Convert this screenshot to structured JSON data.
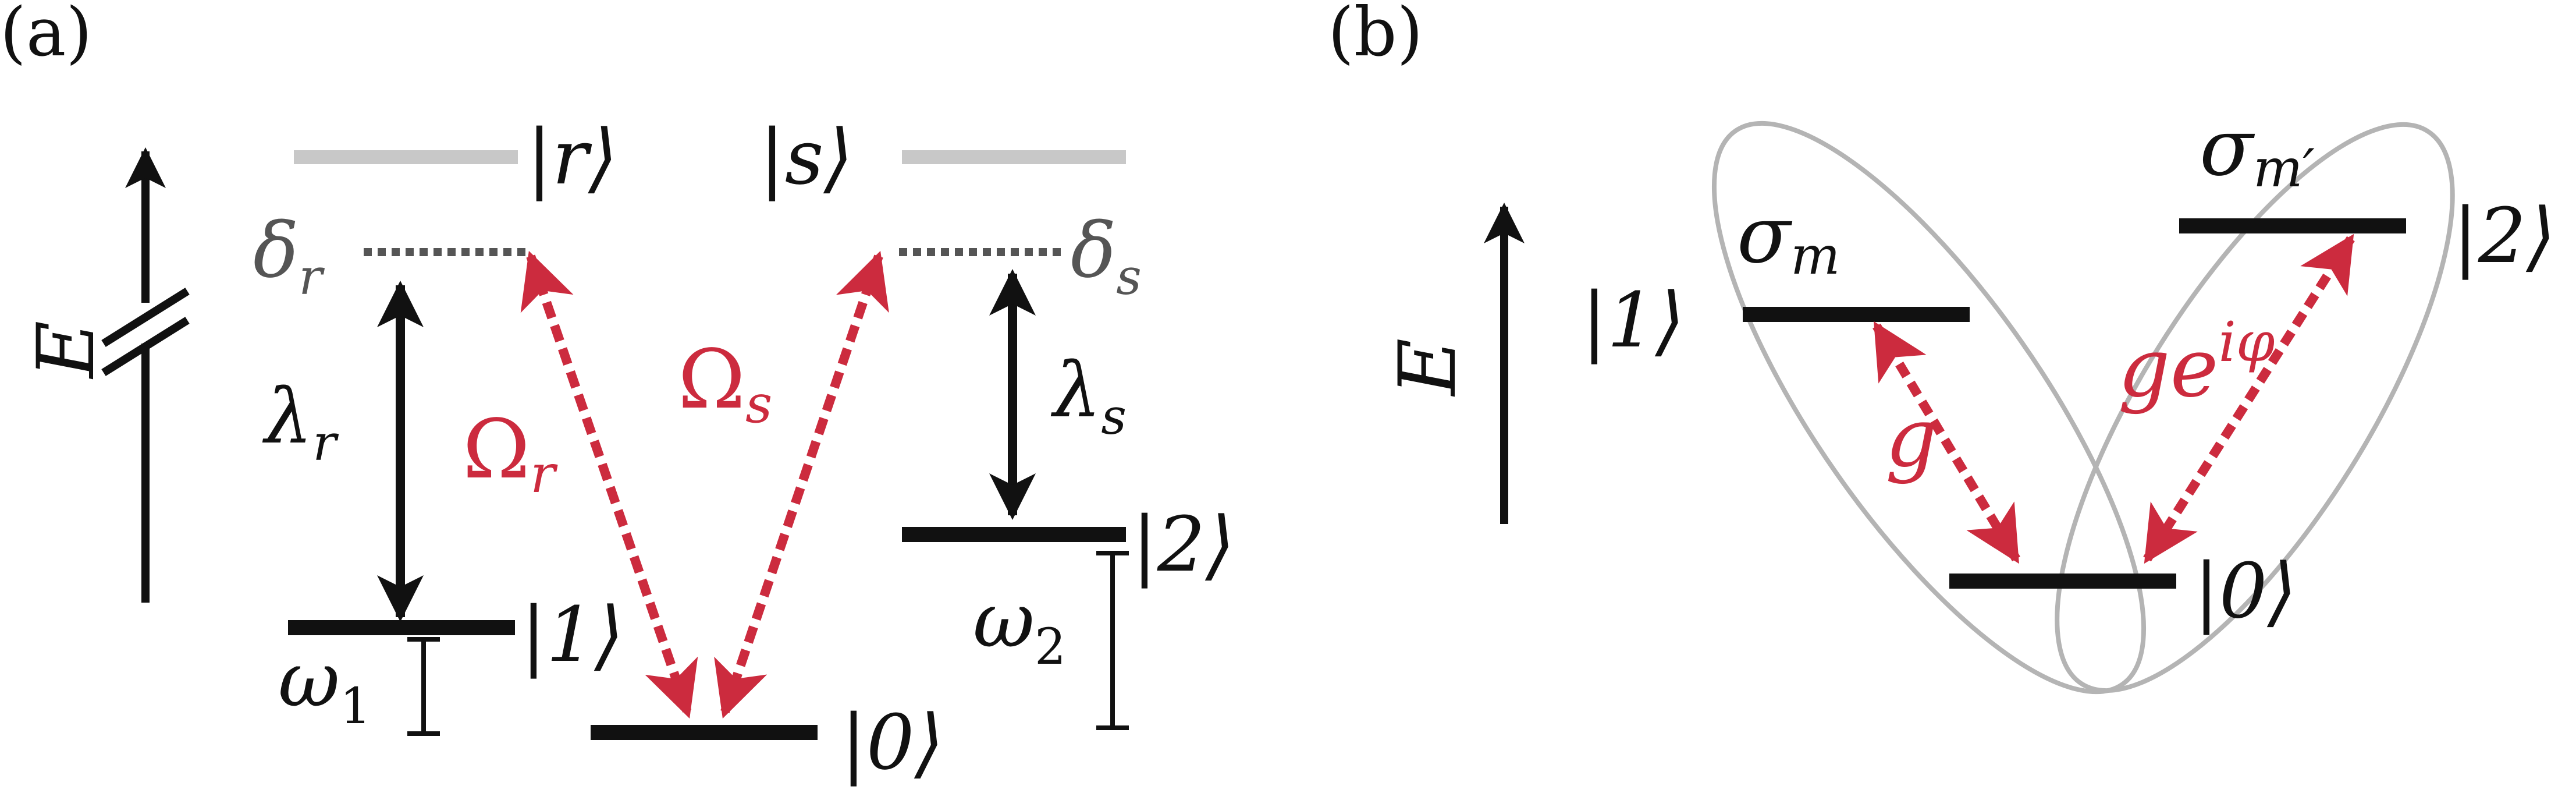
{
  "panel_a": {
    "panel_label": "(a)",
    "axis_label": "E",
    "states": {
      "r": "|r⟩",
      "s": "|s⟩",
      "one": "|1⟩",
      "two": "|2⟩",
      "zero": "|0⟩"
    },
    "detunings": {
      "r": "δ",
      "r_sub": "r",
      "s": "δ",
      "s_sub": "s"
    },
    "wavelengths": {
      "r": "λ",
      "r_sub": "r",
      "s": "λ",
      "s_sub": "s"
    },
    "rabi": {
      "r": "Ω",
      "r_sub": "r",
      "s": "Ω",
      "s_sub": "s"
    },
    "energies": {
      "w1": "ω",
      "w1_sub": "1",
      "w2": "ω",
      "w2_sub": "2"
    }
  },
  "panel_b": {
    "panel_label": "(b)",
    "axis_label": "E",
    "states": {
      "one": "|1⟩",
      "two": "|2⟩",
      "zero": "|0⟩"
    },
    "polarizations": {
      "m": "σ",
      "m_sub": "m",
      "mp": "σ",
      "mp_sub": "m′"
    },
    "couplings": {
      "g": "g",
      "ge": "ge",
      "ge_sup": "iφ"
    }
  },
  "colors": {
    "level": "#111111",
    "virtual_level": "#c8c8c8",
    "detuning_line": "#555555",
    "laser": "#cc2b3e",
    "ellipse": "#b4b4b4"
  }
}
